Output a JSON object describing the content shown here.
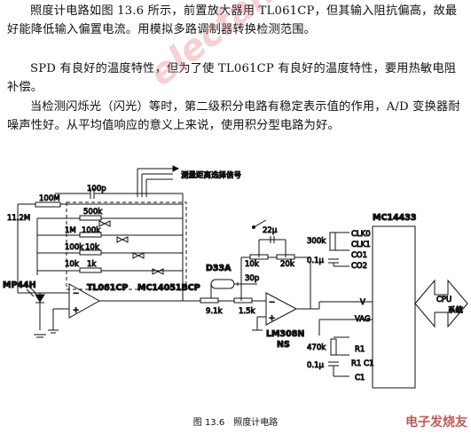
{
  "text": {
    "p1": "照度计电路如图 13.6 所示，前置放大器用 TL061CP，但其输入阻抗偏高，故最好能降低输入偏置电流。用模拟多路调制器转换检测范围。",
    "p2": "SPD 有良好的温度特性，但为了使 TL061CP 有良好的温度特性，要用热敏电阻补偿。",
    "p3": "当检测闪烁光（闪光）等时，第二级积分电路有稳定表示值的作用，A/D 变换器耐噪声性好。从平均值响应的意义上来说，使用积分型电路为好。"
  },
  "diagram": {
    "range_select_label": "测量距离选择信号",
    "sensor": "MP44H",
    "opamp1": "TL061CP",
    "mux": "MC14051BCP",
    "cap_100p": "100p",
    "res_100M": "100M",
    "res_11_2M": "11.2M",
    "res_500k": "500k",
    "res_1M": "1M",
    "res_100k_a": "100k",
    "res_100k_b": "100k",
    "res_10k_a": "10k",
    "res_10k_b": "10k",
    "res_1k": "1k",
    "d33a": "D33A",
    "cap_30p": "30p",
    "res_9_1k": "9.1k",
    "res_1_5k": "1.5k",
    "res_10k_c": "10k",
    "res_20k": "20k",
    "cap_22u": "22μ",
    "opamp2": "LM308N",
    "opamp2_sub": "NS",
    "adc": "MC14433",
    "res_300k": "300k",
    "cap_0_1u_a": "0.1μ",
    "res_470k": "470k",
    "cap_0_1u_b": "0.1μ",
    "pin_clk0": "CLK0",
    "pin_clk1": "CLK1",
    "pin_co1": "CO1",
    "pin_co2": "CO2",
    "pin_v": "V",
    "pin_vag": "VAG",
    "pin_r1": "R1",
    "pin_r1c1": "R1 C1",
    "pin_c1": "C1",
    "cpu": "CPU",
    "cpu_sys": "系统"
  },
  "caption": "图 13.6　照度计电路",
  "watermark": "elecfans.com",
  "logo": "电子发烧友"
}
